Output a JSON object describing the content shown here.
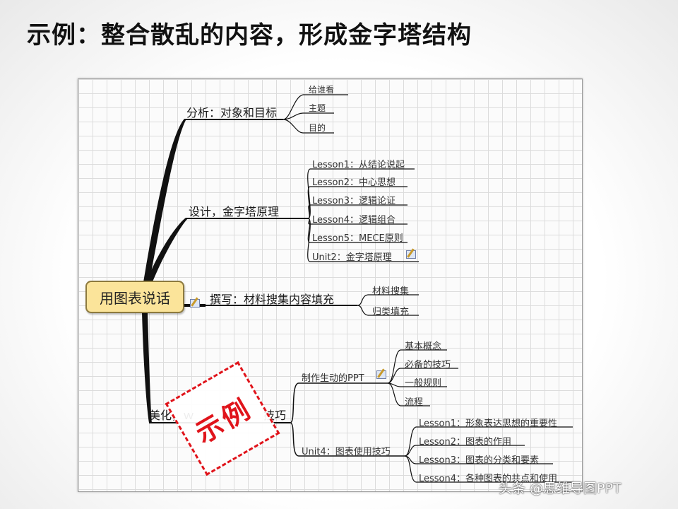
{
  "slide": {
    "title": "示例：整合散乱的内容，形成金字塔结构"
  },
  "mindmap": {
    "root": "用图表说话",
    "branches": [
      {
        "label": "分析：对象和目标",
        "children": [
          "给谁看",
          "主题",
          "目的"
        ]
      },
      {
        "label": "设计，金字塔原理",
        "children": [
          "Lesson1：从结论说起",
          "Lesson2：中心思想",
          "Lesson3：逻辑论证",
          "Lesson4：逻辑组合",
          "Lesson5：MECE原则",
          "Unit2：金字塔原理"
        ]
      },
      {
        "label": "撰写：材料搜集内容填充",
        "children": [
          "材料搜集",
          "归类填充"
        ]
      },
      {
        "label_left": "美化，",
        "label_visible_a": "ｗ",
        "label_visible_b": "技巧",
        "subbranches": [
          {
            "label": "制作生动的PPT",
            "children": [
              "基本概念",
              "必备的技巧",
              "一般规则",
              "流程"
            ]
          },
          {
            "label": "Unit4：图表使用技巧",
            "children": [
              "Lesson1：形象表达思想的重要性",
              "Lesson2：图表的作用",
              "Lesson3：图表的分类和要素",
              "Lesson4：各种图表的共点和使用"
            ]
          }
        ]
      }
    ]
  },
  "stamp": {
    "text": "示例",
    "color": "#e0141b"
  },
  "watermark": {
    "text": "头条 @思维导图PPT"
  },
  "colors": {
    "root_fill": "#fbe49a",
    "line": "#111111",
    "grid": "#dcdcdc"
  }
}
